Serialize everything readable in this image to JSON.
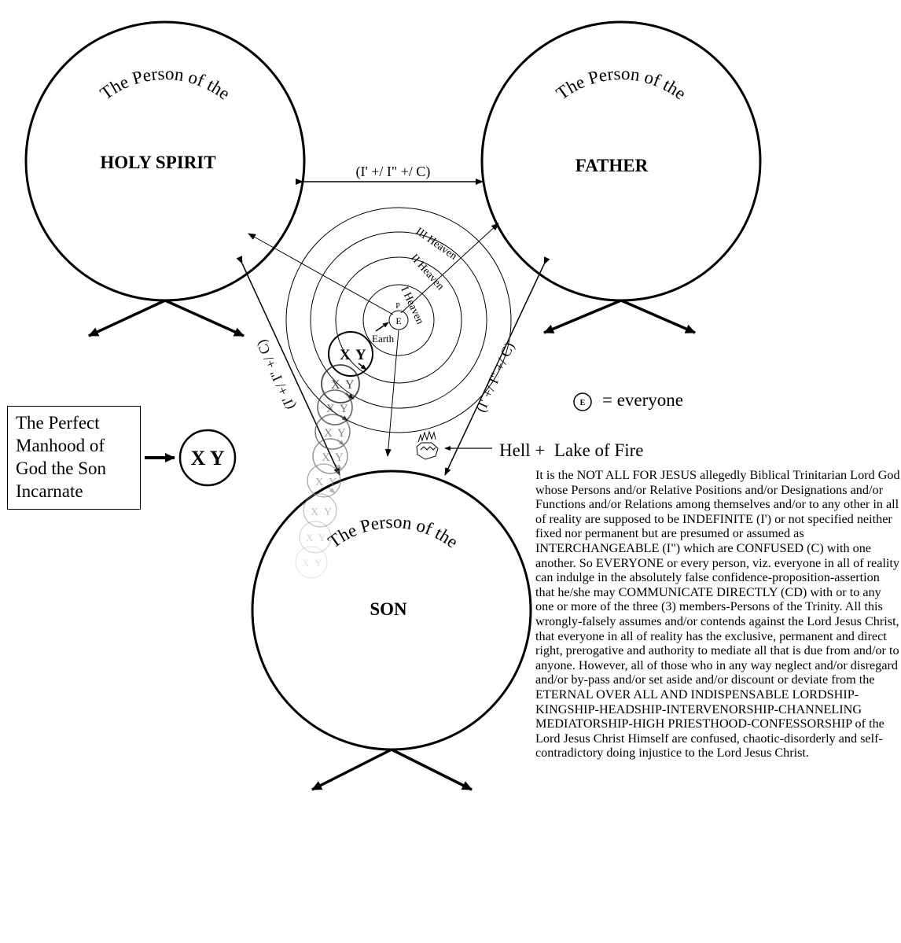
{
  "persons": {
    "holy_spirit": {
      "arc": "The Person of the",
      "name": "HOLY SPIRIT"
    },
    "father": {
      "arc": "The Person of the",
      "name": "FATHER"
    },
    "son": {
      "arc": "The Person of the",
      "name": "SON"
    }
  },
  "relations": {
    "top": "(I' +/ I\" +/ C)",
    "left": "(I' +/ I\" +/ C)",
    "right": "(I' +/ I\" +/ C)"
  },
  "heavens": [
    "III Heaven",
    "II Heaven",
    "I Heaven"
  ],
  "center": {
    "p": "P",
    "e": "E",
    "earth": "Earth"
  },
  "xy": {
    "x": "X",
    "y": "Y",
    "full": "X Y"
  },
  "box_label": "The Perfect Manhood of God the Son Incarnate",
  "legend": {
    "symbol": "E",
    "text": "=  everyone"
  },
  "hell": "Hell +  Lake of Fire",
  "body_text": "It is the NOT ALL FOR JESUS allegedly Biblical Trinitarian Lord God whose Persons and/or Relative Positions and/or Designations and/or Functions and/or Relations among themselves and/or to any other in all of reality are supposed to be INDEFINITE (I') or not specified neither fixed nor permanent but are presumed or assumed as INTERCHANGEABLE (I\") which are CONFUSED (C) with one another. So EVERYONE or every person, viz. everyone in all of reality can indulge in the absolutely false confidence-proposition-assertion that he/she may COMMUNICATE DIRECTLY (CD) with or to any one or more of the three (3) members-Persons of the Trinity. All this wrongly-falsely assumes and/or contends against the Lord Jesus Christ, that everyone in all of reality has the exclusive, permanent and direct right, prerogative and authority to mediate all that is due from and/or to anyone. However, all of those who in any way neglect and/or disregard and/or by-pass and/or set aside and/or discount or deviate from the ETERNAL OVER ALL AND INDISPENSABLE LORDSHIP-KINGSHIP-HEADSHIP-INTERVENORSHIP-CHANNELING MEDIATORSHIP-HIGH PRIESTHOOD-CONFESSORSHIP of the Lord Jesus Christ Himself are confused, chaotic-disorderly and self-contradictory doing injustice to the Lord Jesus Christ."
}
